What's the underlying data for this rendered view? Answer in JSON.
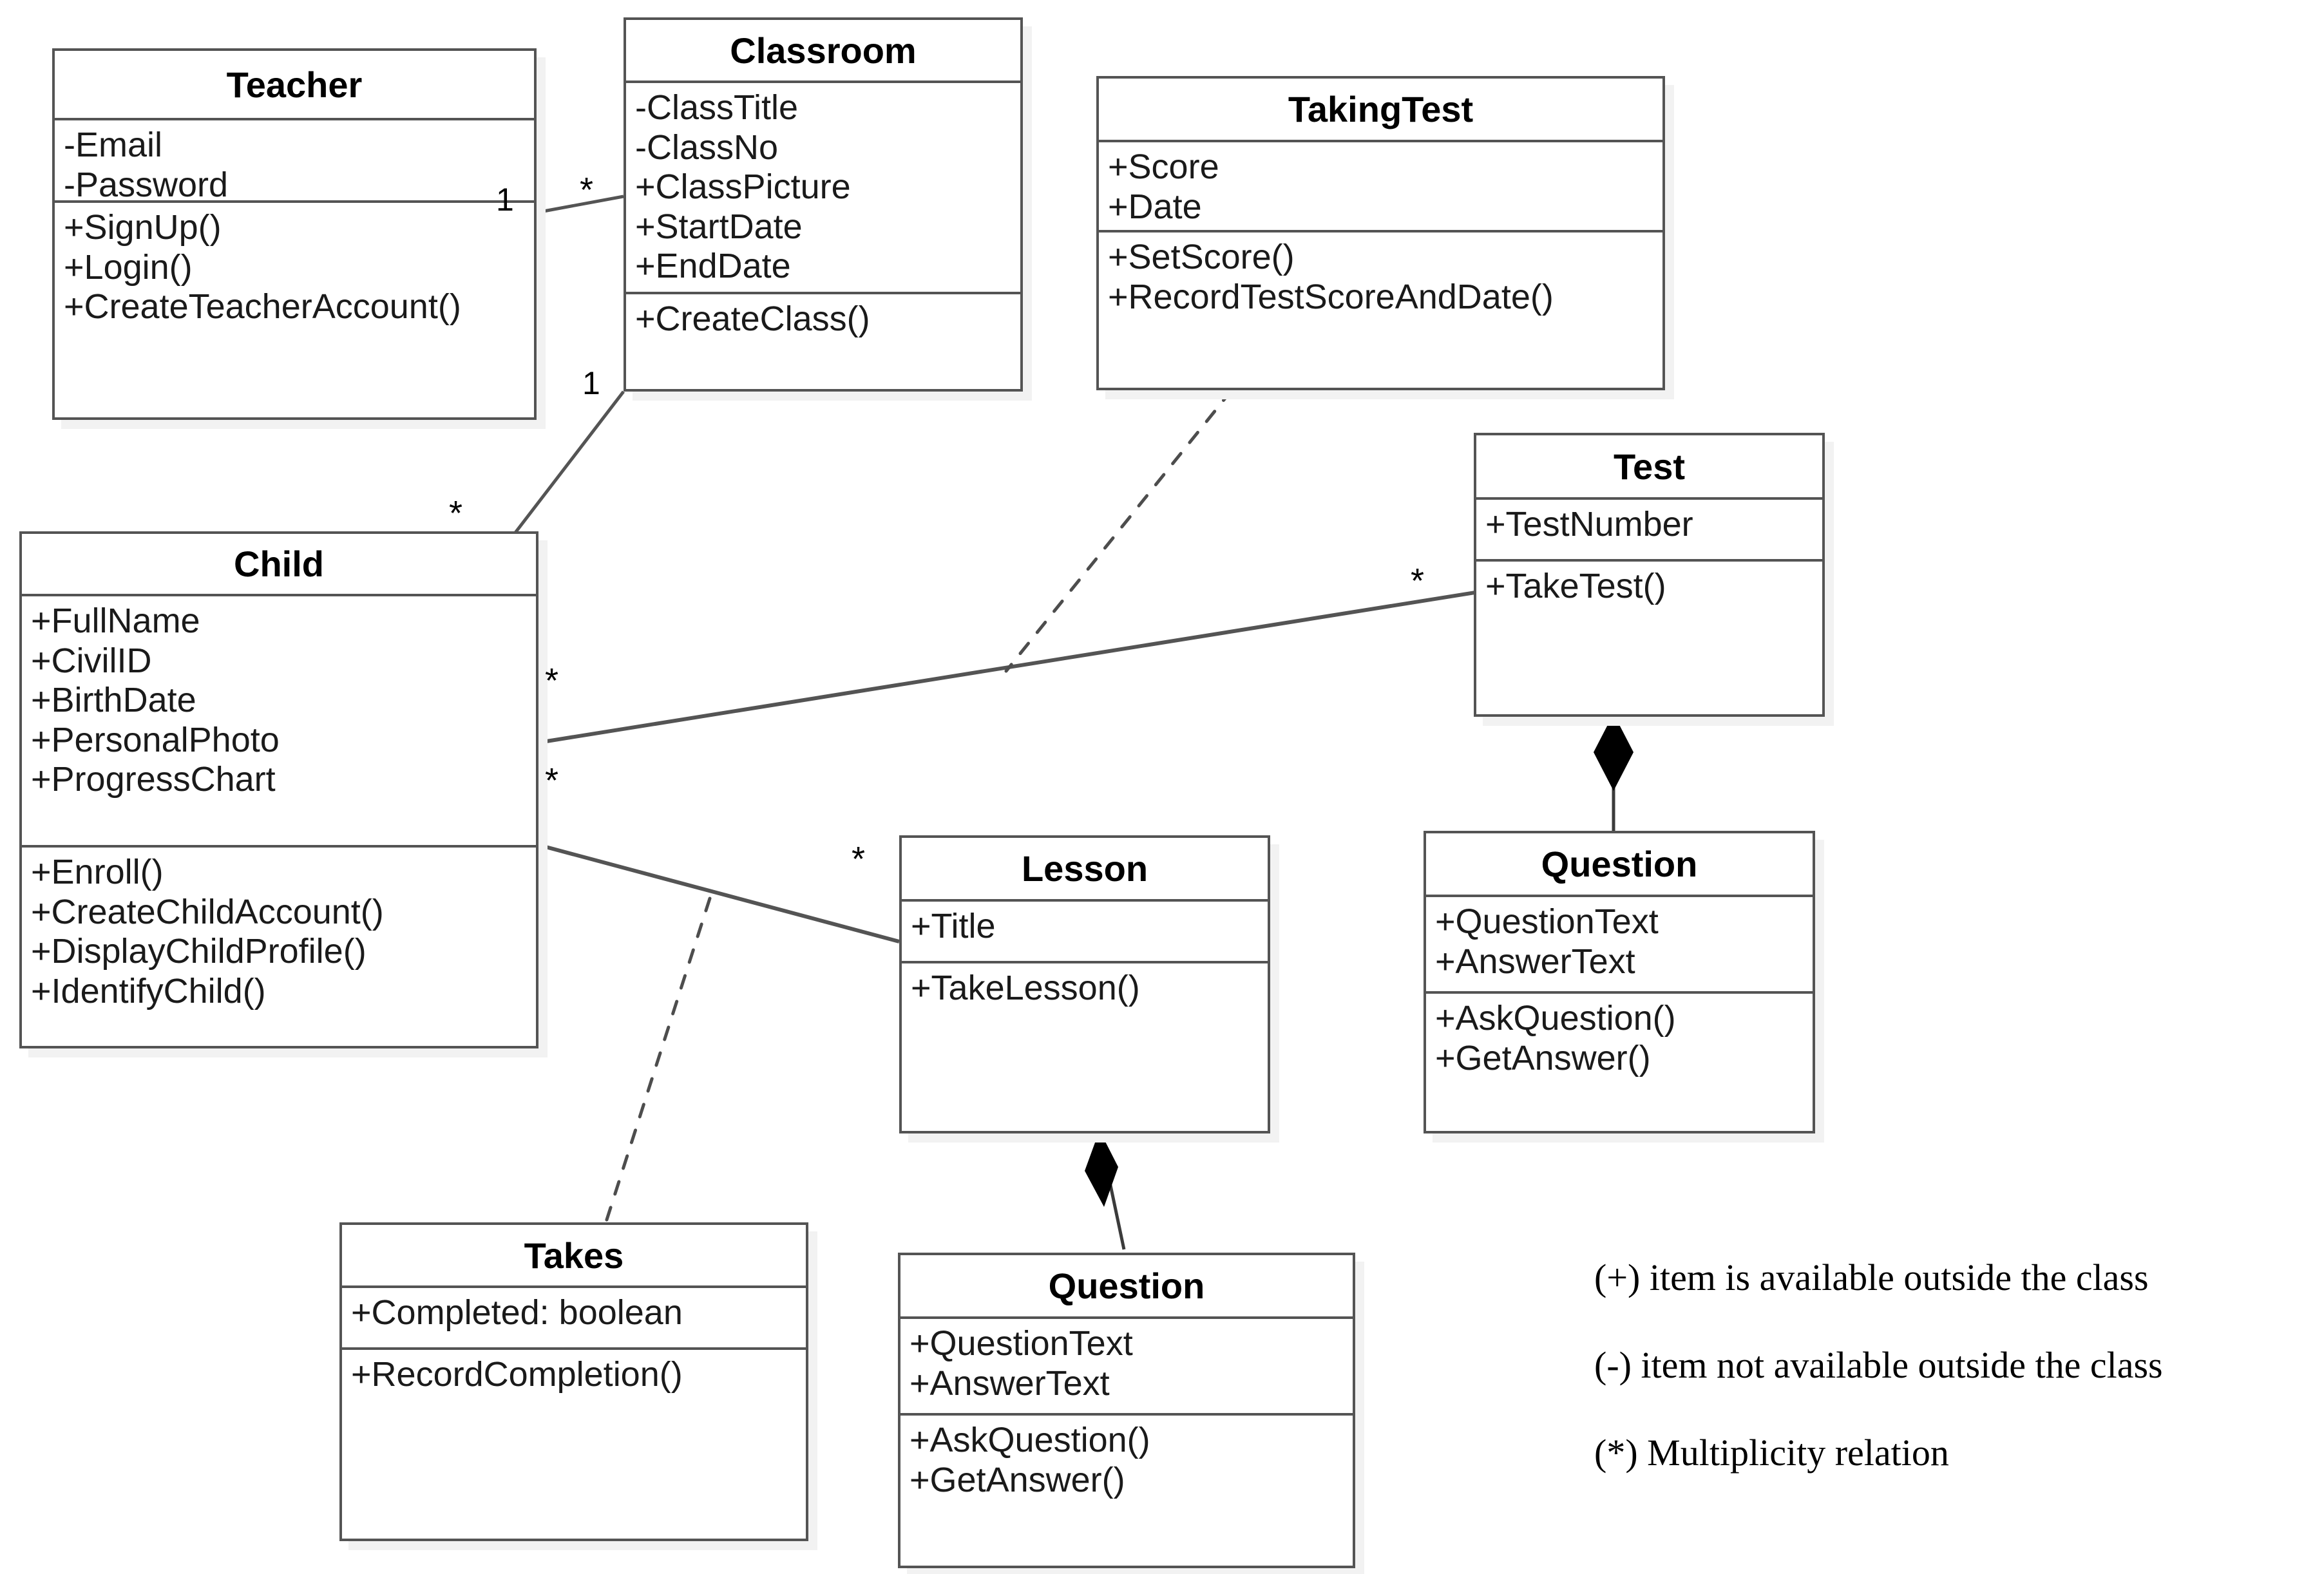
{
  "diagram": {
    "kind": "uml-class-diagram",
    "classes": [
      {
        "id": "teacher",
        "name": "Teacher",
        "attributes": [
          "-Email",
          "-Password"
        ],
        "operations": [
          "+SignUp()",
          "+Login()",
          "+CreateTeacherAccount()"
        ]
      },
      {
        "id": "classroom",
        "name": "Classroom",
        "attributes": [
          "-ClassTitle",
          "-ClassNo",
          "+ClassPicture",
          "+StartDate",
          "+EndDate"
        ],
        "operations": [
          "+CreateClass()"
        ]
      },
      {
        "id": "takingtest",
        "name": "TakingTest",
        "attributes": [
          "+Score",
          "+Date"
        ],
        "operations": [
          "+SetScore()",
          "+RecordTestScoreAndDate()"
        ]
      },
      {
        "id": "test",
        "name": "Test",
        "attributes": [
          "+TestNumber"
        ],
        "operations": [
          "+TakeTest()"
        ]
      },
      {
        "id": "child",
        "name": "Child",
        "attributes": [
          "+FullName",
          "+CivilID",
          "+BirthDate",
          "+PersonalPhoto",
          "+ProgressChart"
        ],
        "operations": [
          "+Enroll()",
          "+CreateChildAccount()",
          "+DisplayChildProfile()",
          "+IdentifyChild()"
        ]
      },
      {
        "id": "lesson",
        "name": "Lesson",
        "attributes": [
          "+Title"
        ],
        "operations": [
          "+TakeLesson()"
        ]
      },
      {
        "id": "question-test",
        "name": "Question",
        "attributes": [
          "+QuestionText",
          "+AnswerText"
        ],
        "operations": [
          "+AskQuestion()",
          "+GetAnswer()"
        ]
      },
      {
        "id": "takes",
        "name": "Takes",
        "attributes": [
          "+Completed: boolean"
        ],
        "operations": [
          "+RecordCompletion()"
        ]
      },
      {
        "id": "question-lesson",
        "name": "Question",
        "attributes": [
          "+QuestionText",
          "+AnswerText"
        ],
        "operations": [
          "+AskQuestion()",
          "+GetAnswer()"
        ]
      }
    ],
    "multiplicities": [
      {
        "id": "teacher-classroom-one",
        "label": "1"
      },
      {
        "id": "classroom-teacher-many",
        "label": "*"
      },
      {
        "id": "classroom-child-one",
        "label": "1"
      },
      {
        "id": "child-classroom-many",
        "label": "*"
      },
      {
        "id": "child-test-many",
        "label": "*"
      },
      {
        "id": "child-lesson-many",
        "label": "*"
      },
      {
        "id": "test-child-many",
        "label": "*"
      },
      {
        "id": "lesson-child-many",
        "label": "*"
      }
    ],
    "legend": [
      "(+) item is available outside the class",
      "(-) item not available outside the class",
      "(*) Multiplicity relation"
    ],
    "colors": {
      "border": "#545454",
      "text": "#000000",
      "shadow": "#f2f2f2",
      "background": "#ffffff"
    }
  }
}
